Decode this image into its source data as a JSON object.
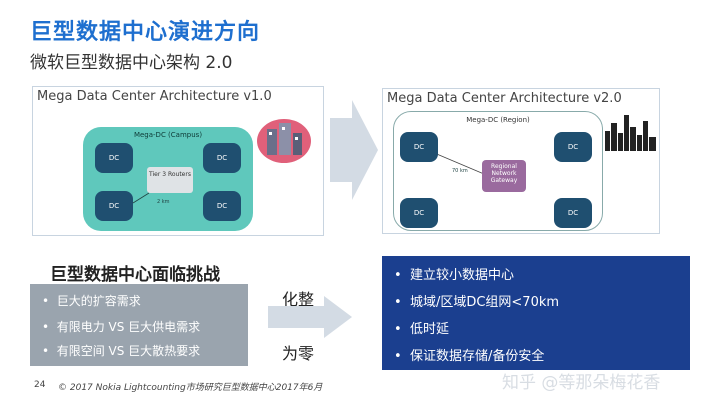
{
  "header": {
    "title": "巨型数据中心演进方向",
    "subtitle": "微软巨型数据中心架构 2.0"
  },
  "v1": {
    "title": "Mega Data Center Architecture v1.0",
    "campus_label": "Mega-DC (Campus)",
    "dc_labels": [
      "DC",
      "DC",
      "DC",
      "DC"
    ],
    "router_label": "Tier 3 Routers",
    "distance": "2 km"
  },
  "v2": {
    "title": "Mega Data Center Architecture v2.0",
    "region_label": "Mega-DC (Region)",
    "dc_labels": [
      "DC",
      "DC",
      "DC",
      "DC"
    ],
    "gateway_label": "Regional Network Gateway",
    "distance": "70 km"
  },
  "challenges": {
    "title": "巨型数据中心面临挑战",
    "items": [
      "巨大的扩容需求",
      "有限电力 VS 巨大供电需求",
      "有限空间 VS 巨大散热要求"
    ]
  },
  "transition": {
    "top": "化整",
    "bottom": "为零"
  },
  "solutions": {
    "items": [
      "建立较小数据中心",
      "城域/区域DC组网<70km",
      "低时延",
      "保证数据存储/备份安全"
    ]
  },
  "footer": {
    "page_number": "24",
    "source": "© 2017 Nokia  Lightcounting市场研究巨型数据中心2017年6月"
  },
  "watermark": "知乎 @等那朵梅花香",
  "colors": {
    "title_blue": "#1e6fcf",
    "solution_navy": "#1b3f8f",
    "challenge_gray": "#9aa4ae",
    "campus_teal": "#5fc8bc",
    "dc_navy": "#1f4f70",
    "gateway_purple": "#9a6a9e"
  }
}
